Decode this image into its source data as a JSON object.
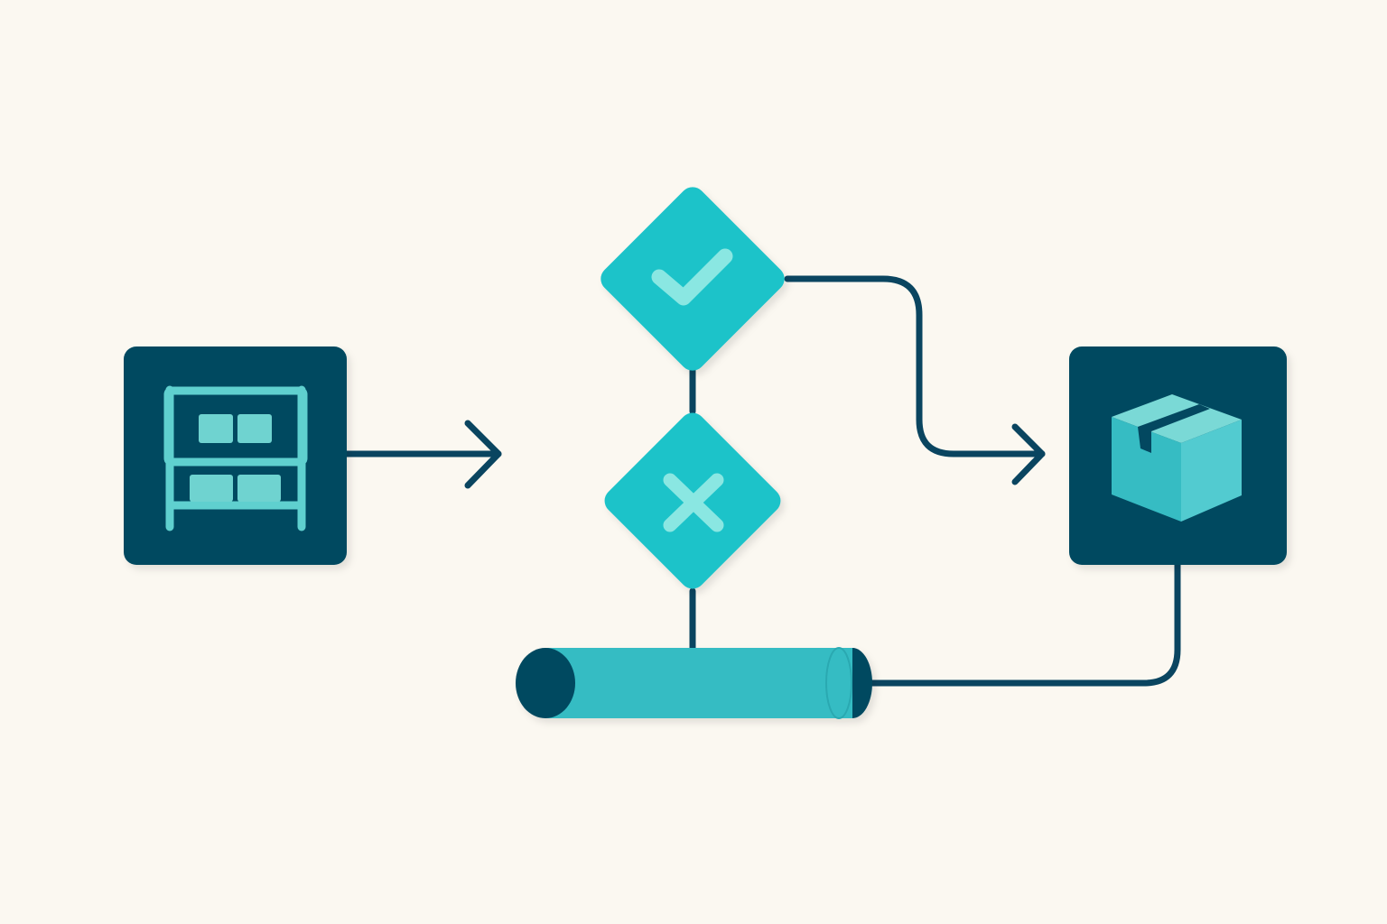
{
  "diagram": {
    "colors": {
      "background": "#fbf8f1",
      "dark_navy": "#034860",
      "teal": "#1ec3c9",
      "teal_light": "#7ee3df",
      "teal_mid": "#36bcc3",
      "connector": "#0a4560"
    },
    "nodes": [
      {
        "id": "warehouse-shelf",
        "shape": "rounded-square",
        "icon": "warehouse-shelf-icon"
      },
      {
        "id": "approve-decision",
        "shape": "diamond",
        "icon": "checkmark-icon"
      },
      {
        "id": "reject-decision",
        "shape": "diamond",
        "icon": "cross-icon"
      },
      {
        "id": "conveyor-roller",
        "shape": "cylinder",
        "icon": "cylinder-icon"
      },
      {
        "id": "package",
        "shape": "rounded-square",
        "icon": "package-box-icon"
      }
    ],
    "edges": [
      {
        "from": "warehouse-shelf",
        "to": "approve-decision",
        "arrow": true
      },
      {
        "from": "approve-decision",
        "to": "package",
        "arrow": true
      },
      {
        "from": "approve-decision",
        "to": "reject-decision",
        "arrow": false
      },
      {
        "from": "reject-decision",
        "to": "conveyor-roller",
        "arrow": false
      },
      {
        "from": "conveyor-roller",
        "to": "package",
        "arrow": false
      }
    ]
  }
}
